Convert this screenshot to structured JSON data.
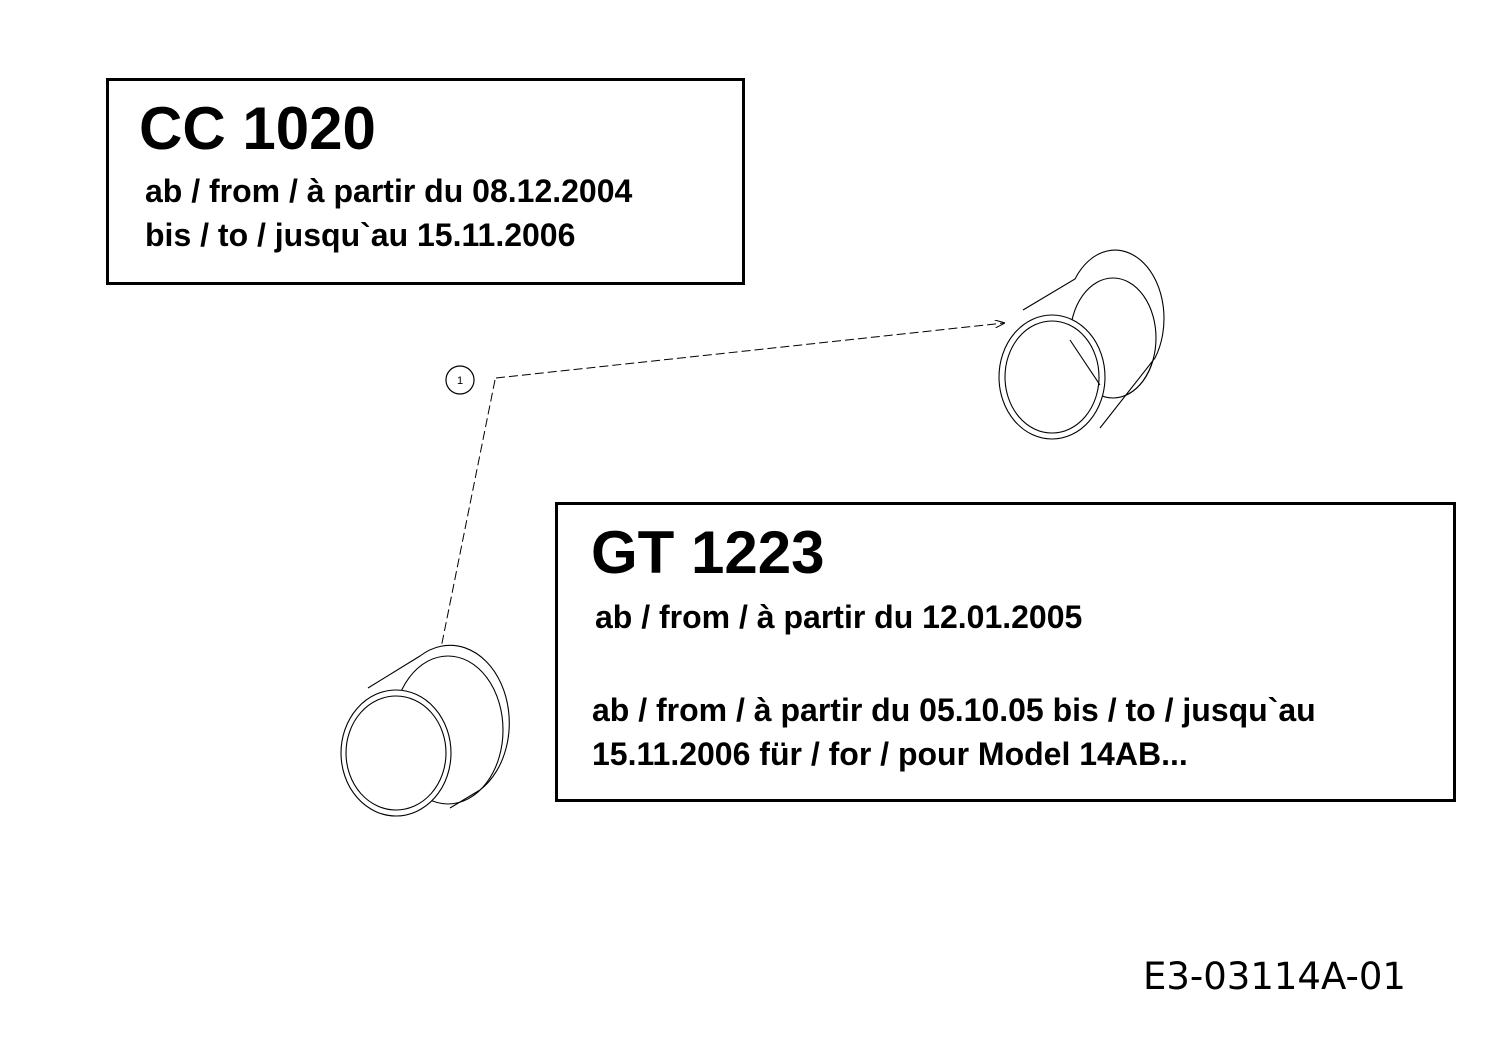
{
  "cc_box": {
    "title": "CC 1020",
    "line1": "ab / from / à partir du 08.12.2004",
    "line2": "bis / to / jusqu`au 15.11.2006"
  },
  "gt_box": {
    "title": "GT 1223",
    "line1": "ab / from / à partir du 12.01.2005",
    "line2": "ab / from / à partir du 05.10.05 bis / to / jusqu`au",
    "line3": "15.11.2006 für / for / pour Model 14AB..."
  },
  "callout": {
    "number": "1"
  },
  "reference_code": "E3-03114A-01"
}
